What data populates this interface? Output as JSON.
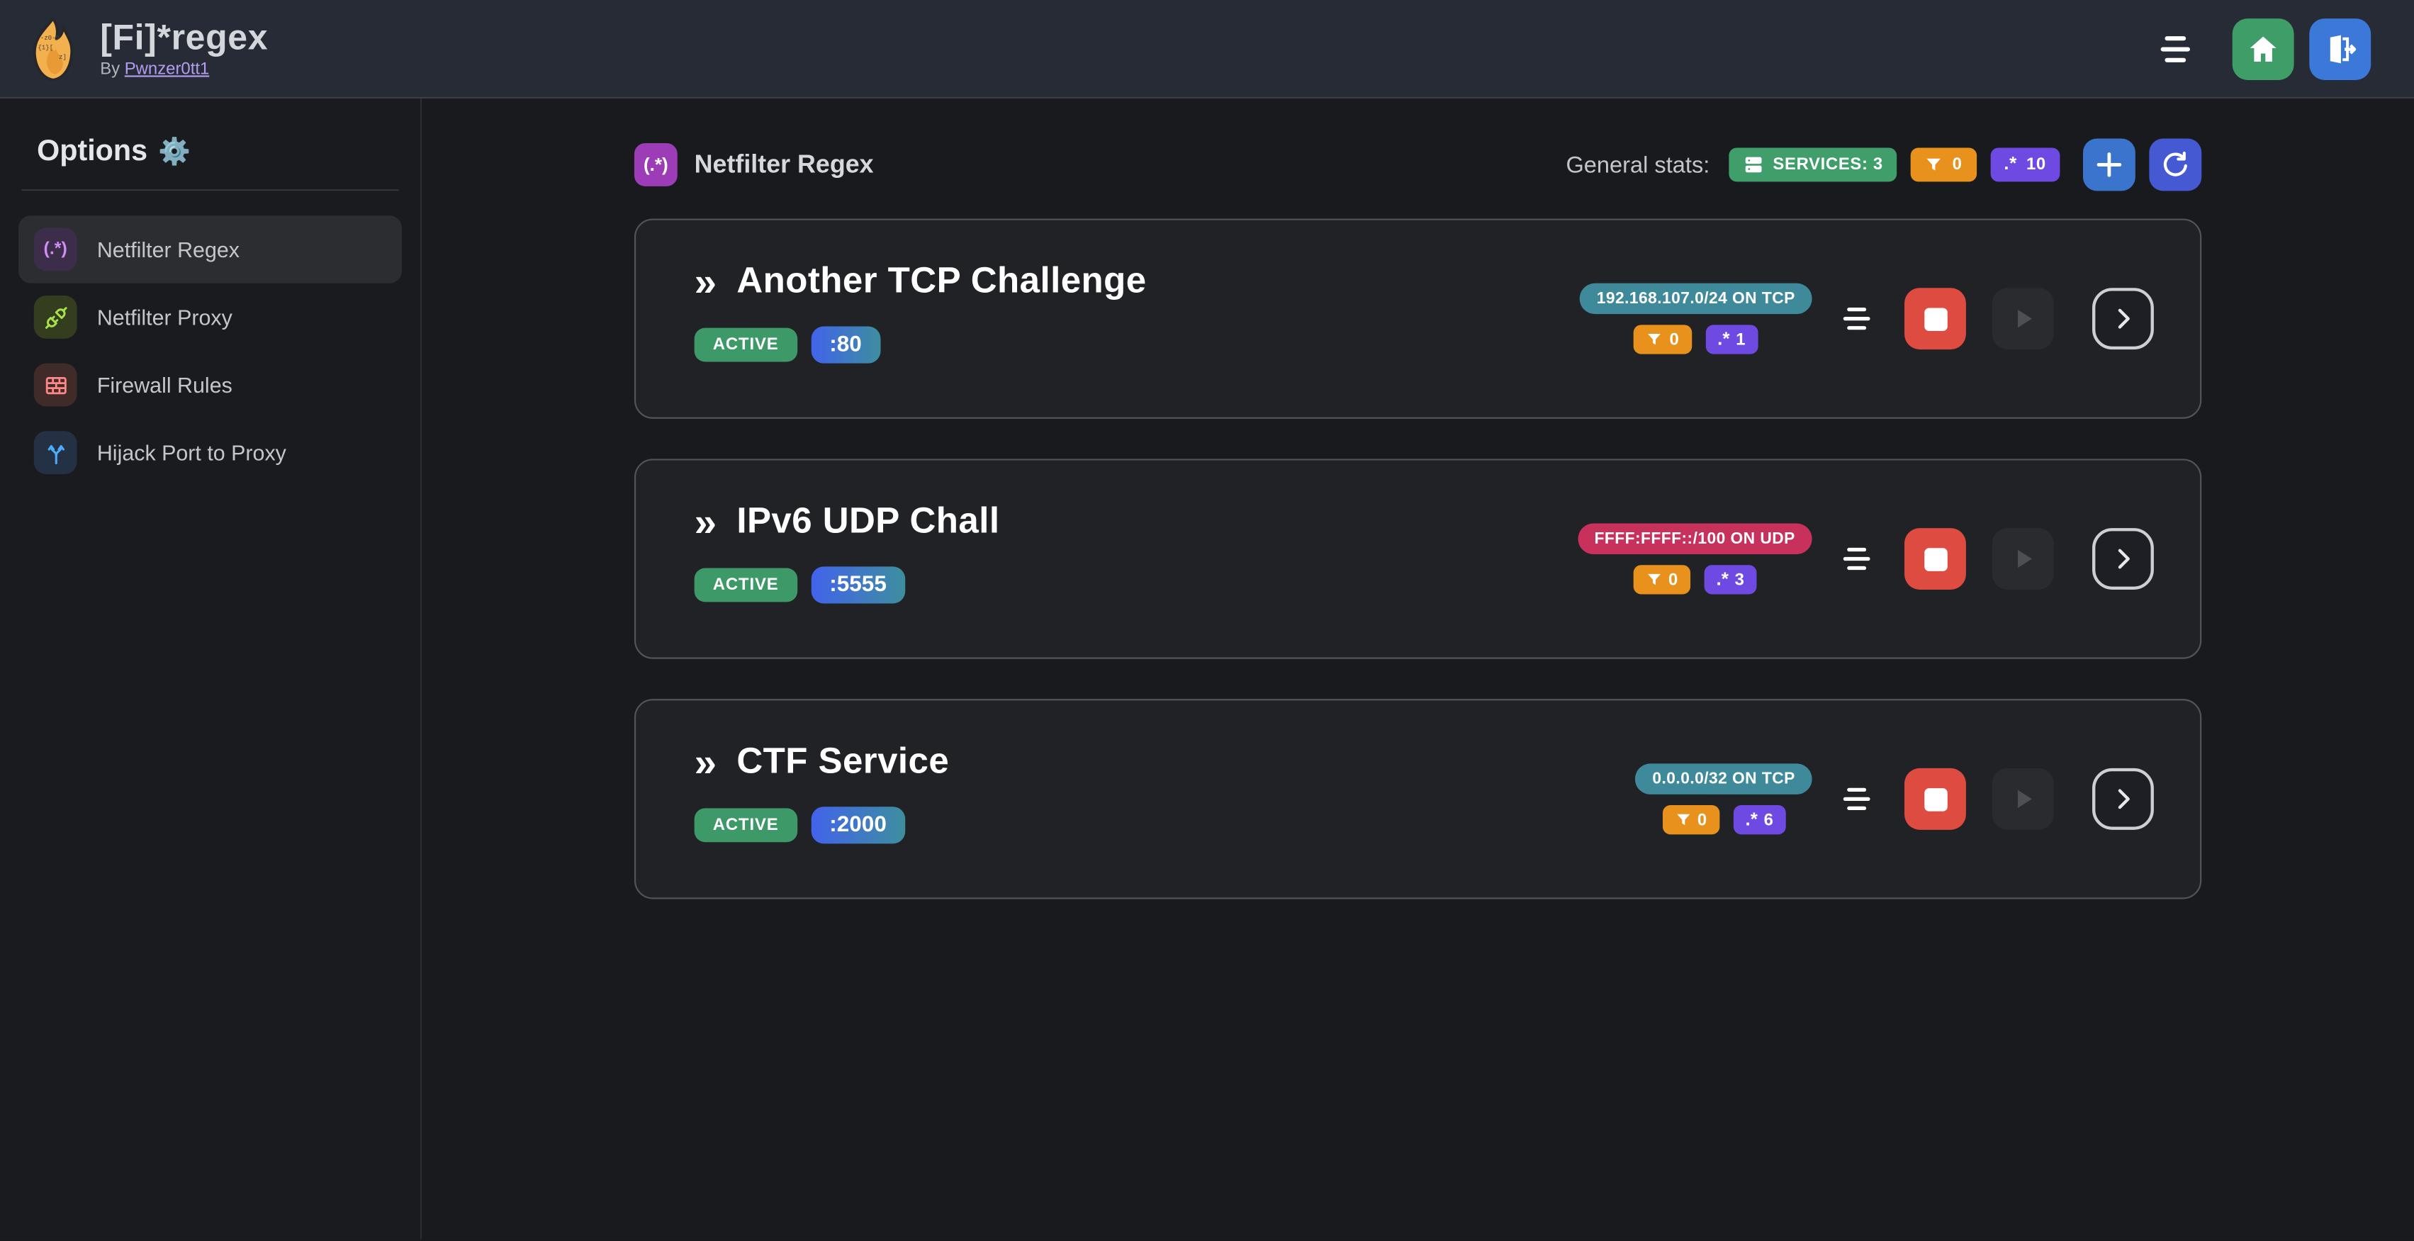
{
  "app": {
    "title": "[Fi]*regex",
    "byline_prefix": "By",
    "author": "Pwnzer0tt1"
  },
  "sidebar": {
    "title": "Options",
    "title_icon": "⚙️",
    "items": [
      {
        "label": "Netfilter Regex",
        "icon_text": "(.*)"
      },
      {
        "label": "Netfilter Proxy"
      },
      {
        "label": "Firewall Rules"
      },
      {
        "label": "Hijack Port to Proxy"
      }
    ]
  },
  "main": {
    "section": {
      "icon_text": "(.*)",
      "title": "Netfilter Regex"
    },
    "stats": {
      "label": "General stats:",
      "services": "SERVICES: 3",
      "filters": "0",
      "regexes": "10",
      "regex_glyph": ".*"
    },
    "chevron_glyph": "»",
    "services": [
      {
        "title": "Another TCP Challenge",
        "status": "ACTIVE",
        "port": ":80",
        "cidr": "192.168.107.0/24 ON TCP",
        "filters": "0",
        "regexes": "1"
      },
      {
        "title": "IPv6 UDP Chall",
        "status": "ACTIVE",
        "port": ":5555",
        "cidr": "FFFF:FFFF::/100 ON UDP",
        "filters": "0",
        "regexes": "3"
      },
      {
        "title": "CTF Service",
        "status": "ACTIVE",
        "port": ":2000",
        "cidr": "0.0.0.0/32 ON TCP",
        "filters": "0",
        "regexes": "6"
      }
    ]
  },
  "colors": {
    "page_bg": "#191a1d",
    "header_bg": "#262b36",
    "card_bg": "#212226",
    "card_border": "#515459",
    "accent_purple": "#9c3db7",
    "green": "#3f9e6a",
    "orange": "#e8911d",
    "violet": "#6e4ae2",
    "teal": "#3e8a9a",
    "pink": "#c7315c",
    "blue": "#3b78d8",
    "indigo": "#4459d2",
    "red": "#dd4b41",
    "port_gradient_start": "#4263eb",
    "port_gradient_end": "#3d8e9f",
    "link": "#b49df0"
  }
}
